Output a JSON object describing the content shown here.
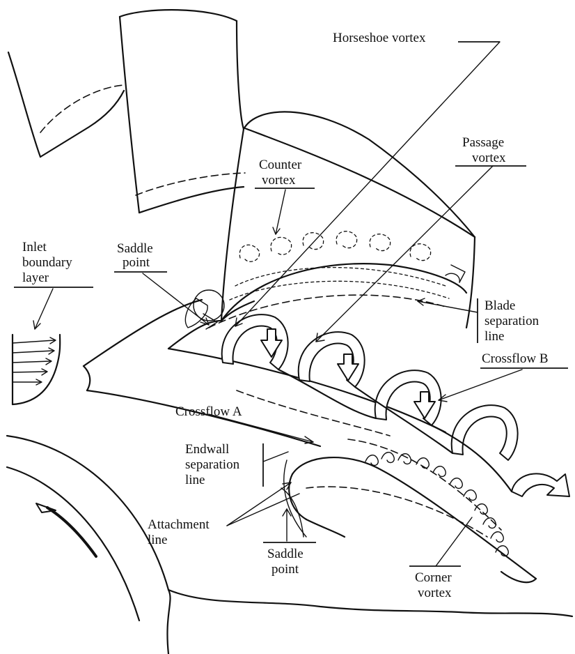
{
  "labels": {
    "horseshoe_vortex": "Horseshoe vortex",
    "passage_vortex_1": "Passage",
    "passage_vortex_2": "vortex",
    "counter_vortex_1": "Counter",
    "counter_vortex_2": "vortex",
    "saddle_point_top_1": "Saddle",
    "saddle_point_top_2": "point",
    "inlet_boundary_1": "Inlet",
    "inlet_boundary_2": "boundary",
    "inlet_boundary_3": "layer",
    "blade_sep_1": "Blade",
    "blade_sep_2": "separation",
    "blade_sep_3": "line",
    "crossflow_b": "Crossflow B",
    "crossflow_a": "Crossflow A",
    "endwall_sep_1": "Endwall",
    "endwall_sep_2": "separation",
    "endwall_sep_3": "line",
    "attachment_1": "Attachment",
    "attachment_2": "line",
    "saddle_point_bottom_1": "Saddle",
    "saddle_point_bottom_2": "point",
    "corner_vortex_1": "Corner",
    "corner_vortex_2": "vortex"
  }
}
